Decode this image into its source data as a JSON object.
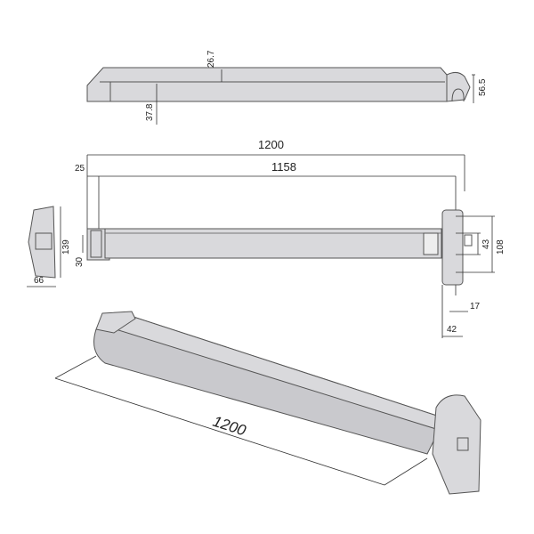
{
  "top_view": {
    "dim_height_top": "26.7",
    "dim_total_height": "56.5",
    "dim_lower": "37.8"
  },
  "front_view": {
    "dim_length_total": "1200",
    "dim_length_bar": "1158",
    "dim_offset": "25",
    "dim_bracket": "30",
    "dim_plate_inner": "43",
    "dim_plate_outer": "108",
    "dim_plate_17": "17",
    "dim_plate_width": "42"
  },
  "side_view": {
    "dim_height": "139",
    "dim_depth": "66"
  },
  "perspective_view": {
    "dim_length": "1200"
  }
}
